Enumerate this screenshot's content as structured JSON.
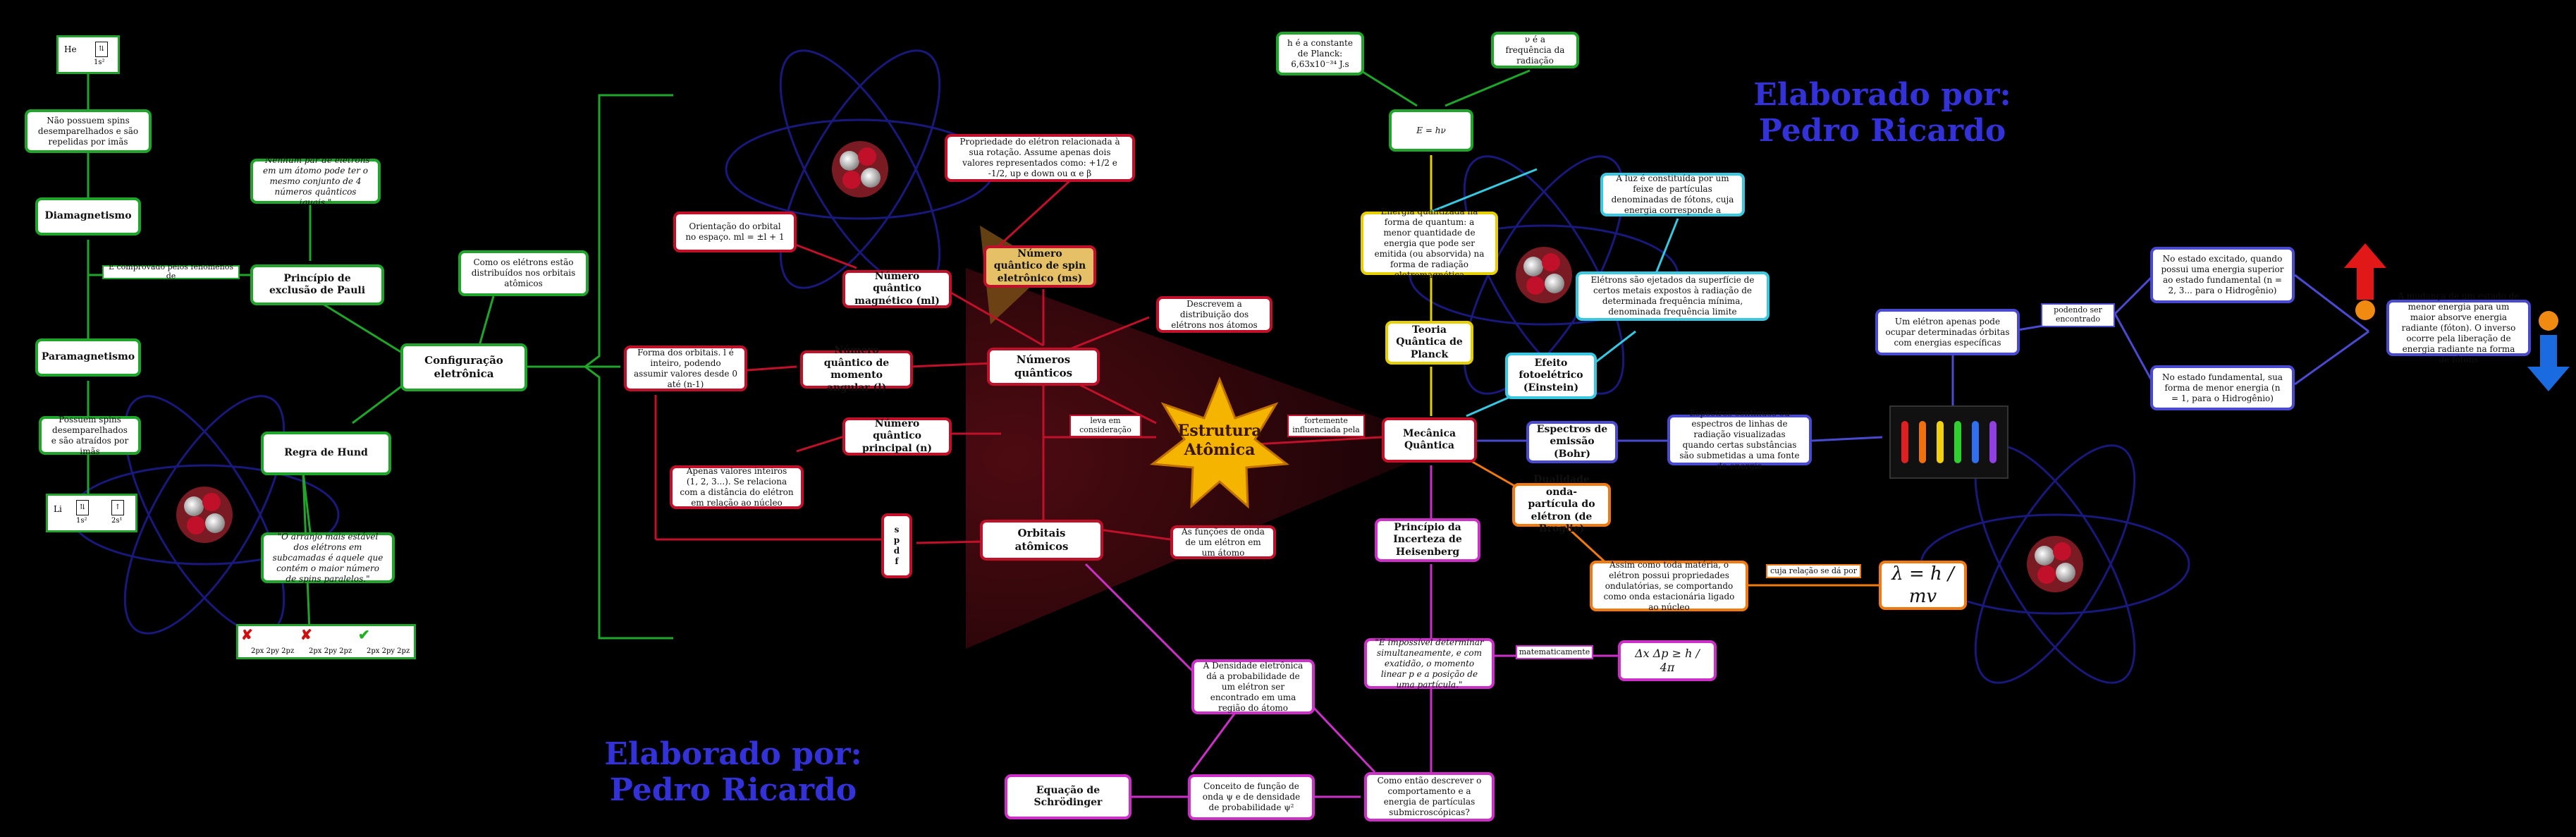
{
  "credits": {
    "top_right": "Elaborado por: Pedro Ricardo",
    "bottom_center": "Elaborado por: Pedro Ricardo"
  },
  "center": {
    "title": "Estrutura Atômica"
  },
  "links": {
    "leva_em_consideracao": "leva em consideração",
    "fortemente_influenciada": "fortemente influenciada pela",
    "e_comprovado": "É comprovado pelos fenômenos de",
    "podendo_ser_encontrado": "podendo ser encontrado",
    "cuja_relacao": "cuja relação se dá por",
    "matematicamente": "matematicamente"
  },
  "red": {
    "numeros_quanticos": "Números quânticos",
    "orbitais_atomicos": "Orbitais atômicos",
    "orbitais_def": "As funções de onda de um elétron em um átomo",
    "numeros_def": "Descrevem a distribuição dos elétrons nos átomos",
    "magnetico": "Número quântico magnético (ml)",
    "spin": "Número quântico de spin eletrônico (ms)",
    "momento_angular": "Número quântico de momento angular (l)",
    "principal": "Número quântico principal (n)",
    "spin_def": "Propriedade do elétron relacionada à sua rotação. Assume apenas dois valores representados como: +1/2 e -1/2, up e down ou α e β",
    "magnetico_def": "Orientação do orbital no espaço. ml = ±l + 1",
    "momento_def": "Forma dos orbitais. l é inteiro, podendo assumir valores desde 0 até (n-1)",
    "principal_def": "Apenas valores inteiros (1, 2, 3...). Se relaciona com a distância do elétron em relação ao núcleo",
    "spdf": "s p d f"
  },
  "green": {
    "configuracao": "Configuração eletrônica",
    "como_distribuidos": "Como os elétrons estão distribuídos nos orbitais atômicos",
    "pauli": "Princípio de exclusão de Pauli",
    "pauli_quote": "\"Nenhum par de elétrons em um átomo pode ter o mesmo conjunto de 4 números quânticos iguais.\"",
    "hund": "Regra de Hund",
    "hund_quote": "\"O arranjo mais estável dos elétrons em subcamadas é aquele que contém o maior número de spins paralelos.\"",
    "diamagnetismo": "Diamagnetismo",
    "dia_def": "Não possuem spins desemparelhados e são repelidas por imãs",
    "paramagnetismo": "Paramagnetismo",
    "para_def": "Possuem spins desemparelhados e são atraídos por imãs",
    "he": "He",
    "he_cfg": "1s²",
    "li": "Li",
    "li_cfg1": "1s²",
    "li_cfg2": "2s¹",
    "hund_orbitals": "2px 2py 2pz"
  },
  "right": {
    "mecanica": "Mecânica Quântica",
    "planck": "Teoria Quântica de Planck",
    "planck_def": "Energia quantizada na forma de quantum: a menor quantidade de energia que pode ser emitida (ou absorvida) na forma de radiação eletromagnética",
    "e_hv": "E = hν",
    "h_const": "h é a constante de Planck: 6,63x10⁻³⁴ J.s",
    "v_freq": "ν é a frequência da radiação",
    "efeito": "Efeito fotoelétrico (Einstein)",
    "efeito_def": "Elétrons são ejetados da superfície de certos metais expostos à radiação de determinada frequência mínima, denominada frequência limite",
    "fotons": "A luz é constituída por um feixe de partículas denominadas de fótons, cuja energia corresponde a",
    "espectros": "Espectros de emissão (Bohr)",
    "espectros_def": "Espectros contínuos ou espectros de linhas de radiação visualizadas quando certas substâncias são submetidas a uma fonte de energia",
    "orbitas": "Um elétron apenas pode ocupar determinadas órbitas com energias específicas",
    "excitado": "No estado excitado, quando possui uma energia superior ao estado fundamental (n = 2, 3... para o Hidrogênio)",
    "fundamental": "No estado fundamental, sua forma de menor energia (n = 1, para o Hidrogênio)",
    "mudanca": "A mudança de um estado de menor energia para um maior absorve energia radiante (fóton). O inverso ocorre pela liberação de energia radiante na forma de fótons",
    "dualidade": "Dualidade onda-partícula do elétron (de Broglie)",
    "dualidade_def": "Assim como toda matéria, o elétron possui propriedades ondulatórias, se comportando como onda estacionária ligado ao núcleo",
    "lambda": "λ = h / mv",
    "heisenberg": "Princípio da Incerteza de Heisenberg",
    "heis_quote": "\"É impossível determinar simultaneamente, e com exatidão, o momento linear p e a posição de uma partícula.\"",
    "heis_formula": "Δx Δp ≥ h / 4π",
    "como_entao": "Como então descrever o comportamento e a energia de partículas submicroscópicas?",
    "conceito": "Conceito de função de onda ψ e de densidade de probabilidade ψ²",
    "schrodinger": "Equação de Schrödinger",
    "densidade": "A Densidade eletrônica dá a probabilidade de um elétron ser encontrado em uma região do átomo"
  },
  "colors": {
    "red": "#c0102a",
    "green": "#1fa62a",
    "yellow": "#e5cf00",
    "cyan": "#38c8e0",
    "blue": "#4a4ad0",
    "orange": "#f07a10",
    "magenta": "#cc30c8",
    "credit": "#3232d8"
  }
}
